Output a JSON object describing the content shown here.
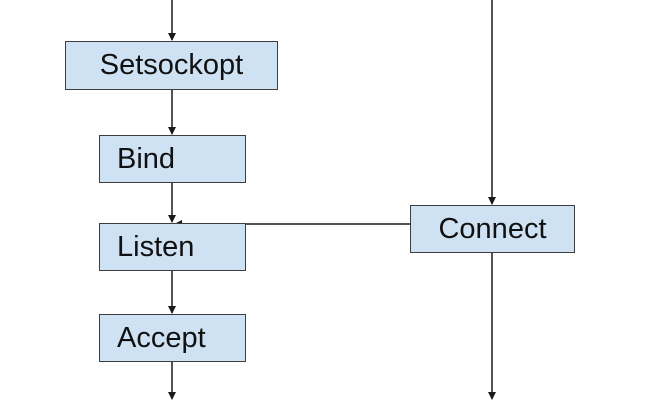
{
  "diagram": {
    "nodes": [
      {
        "id": "setsockopt",
        "label": "Setsockopt"
      },
      {
        "id": "bind",
        "label": "Bind"
      },
      {
        "id": "listen",
        "label": "Listen"
      },
      {
        "id": "accept",
        "label": "Accept"
      },
      {
        "id": "connect",
        "label": "Connect"
      }
    ],
    "edges": [
      {
        "from": "",
        "to": "setsockopt"
      },
      {
        "from": "setsockopt",
        "to": "bind"
      },
      {
        "from": "bind",
        "to": "listen"
      },
      {
        "from": "connect",
        "to": "listen"
      },
      {
        "from": "listen",
        "to": "accept"
      },
      {
        "from": "accept",
        "to": ""
      },
      {
        "from": "",
        "to": "connect"
      },
      {
        "from": "connect",
        "to": ""
      }
    ],
    "colors": {
      "node_fill": "#cfe2f3",
      "node_border": "#3d3d3d",
      "edge": "#1a1a1a",
      "text": "#111111"
    }
  }
}
